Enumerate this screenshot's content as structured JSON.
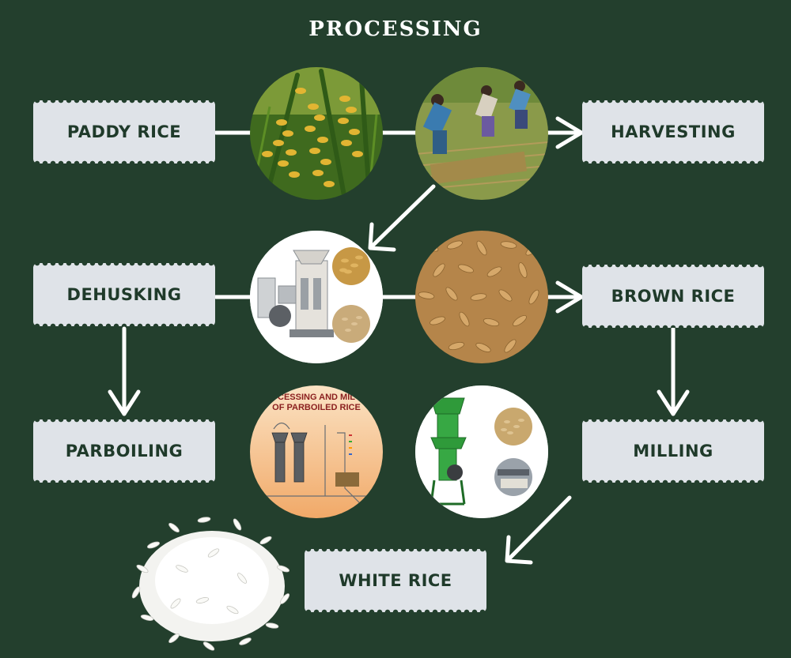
{
  "title": "PROCESSING",
  "steps": {
    "paddy_rice": "PADDY RICE",
    "harvesting": "HARVESTING",
    "dehusking": "DEHUSKING",
    "brown_rice": "BROWN RICE",
    "parboiling": "PARBOILING",
    "milling": "MILLING",
    "white_rice": "WHITE RICE"
  },
  "parboil_image_text": {
    "line1": "CESSING AND MIL",
    "line2": "OF PARBOILED RICE"
  },
  "colors": {
    "background": "#233f2d",
    "box": "#dfe3e8",
    "box_text": "#1f3a2a",
    "connector": "#ffffff"
  }
}
